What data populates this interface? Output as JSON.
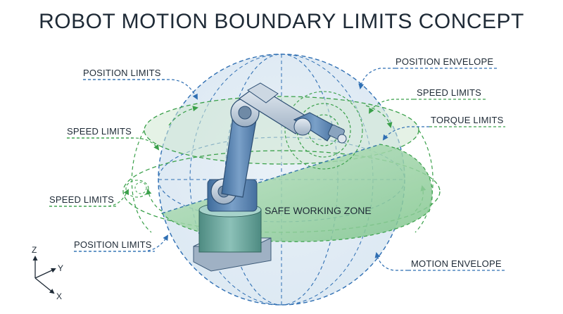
{
  "title": "ROBOT MOTION BOUNDARY LIMITS CONCEPT",
  "labels": {
    "position_limits_top": "POSITION LIMITS",
    "position_envelope": "POSITION ENVELOPE",
    "speed_limits_right": "SPEED LIMITS",
    "torque_limits": "TORQUE LIMITS",
    "speed_limits_left_upper": "SPEED LIMITS",
    "speed_limits_left_lower": "SPEED LIMITS",
    "position_limits_bottom": "POSITION LIMITS",
    "motion_envelope": "MOTION ENVELOPE",
    "safe_working_zone": "SAFE WORKING ZONE"
  },
  "axes": {
    "z": "Z",
    "y": "Y",
    "x": "X"
  },
  "colors": {
    "title": "#1e2a36",
    "position_blue": "#2f6fb3",
    "speed_green": "#3aa04a",
    "zone_green": "#8fcf9a",
    "robot_blue": "#5b84b0",
    "robot_light": "#c9d6e3",
    "base_teal": "#5a9a8f"
  },
  "icons": [
    "dashed-arrow",
    "coordinate-axes-icon"
  ]
}
